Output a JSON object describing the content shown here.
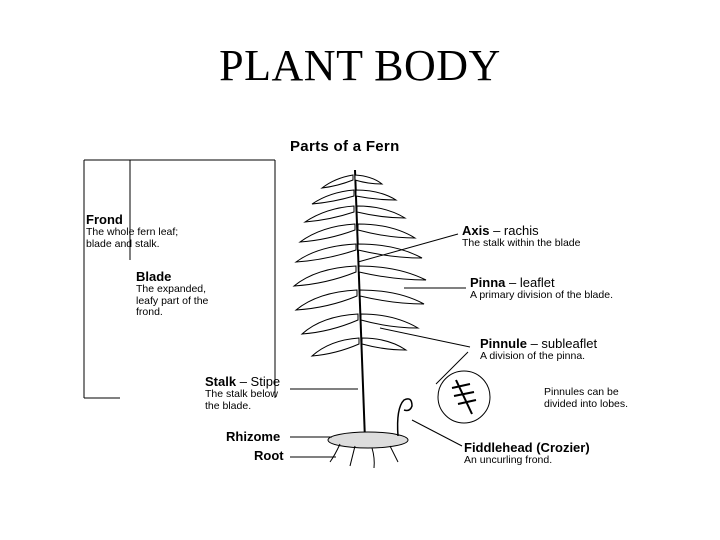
{
  "slide_title": "PLANT BODY",
  "diagram": {
    "title": "Parts of a Fern",
    "labels": {
      "frond": {
        "name": "Frond",
        "desc": [
          "The whole fern leaf;",
          "blade and stalk."
        ]
      },
      "blade": {
        "name": "Blade",
        "desc": [
          "The expanded,",
          "leafy part of the",
          "frond."
        ]
      },
      "stalk": {
        "name": "Stalk",
        "alt": " – Stipe",
        "desc": [
          "The stalk below",
          "the blade."
        ]
      },
      "rhizome": {
        "name": "Rhizome"
      },
      "root": {
        "name": "Root"
      },
      "axis": {
        "name": "Axis",
        "alt": " – rachis",
        "desc": [
          "The stalk within the blade"
        ]
      },
      "pinna": {
        "name": "Pinna",
        "alt": " – leaflet",
        "desc": [
          "A primary division of the blade."
        ]
      },
      "pinnule": {
        "name": "Pinnule",
        "alt": " – subleaflet",
        "desc": [
          "A division of the pinna."
        ]
      },
      "lobes_note": {
        "desc": [
          "Pinnules can be",
          "divided into lobes."
        ]
      },
      "fiddlehead": {
        "name": "Fiddlehead (Crozier)",
        "desc": [
          "An uncurling frond."
        ]
      }
    }
  }
}
